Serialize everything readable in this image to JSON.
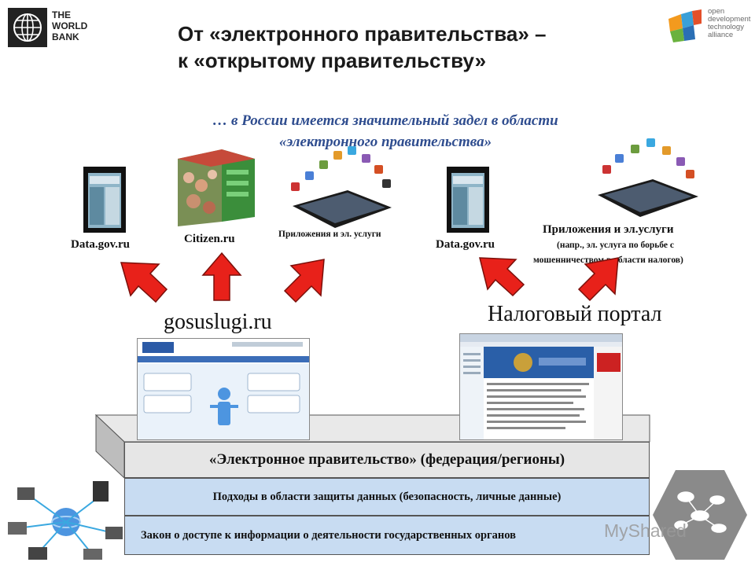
{
  "header": {
    "worldbank_lines": [
      "THE",
      "WORLD",
      "BANK"
    ],
    "oda_lines": [
      "open",
      "development",
      "technology",
      "alliance"
    ]
  },
  "title_lines": [
    "От «электронного правительства» –",
    "к «открытому правительству»"
  ],
  "subtitle_lines": [
    "… в России имеется значительный задел в области",
    "«электронного правительства»"
  ],
  "items": {
    "datagov_left": "Data.gov.ru",
    "citizen": "Citizen.ru",
    "apps_left": "Приложения и эл. услуги",
    "datagov_right": "Data.gov.ru",
    "apps_right_title": "Приложения и эл.услуги",
    "apps_right_note_1": "(напр., эл. услуга по борьбе с",
    "apps_right_note_2": "мошенничеством в области налогов)"
  },
  "portals": {
    "gosuslugi": "gosuslugi.ru",
    "tax": "Налоговый портал"
  },
  "layers": {
    "egov": "«Электронное правительство» (федерация/регионы)",
    "data_protection": "Подходы в области защиты данных (безопасность, личные данные)",
    "access_law": "Закон о доступе к информации о деятельности государственных органов"
  },
  "watermark": "MyShared",
  "colors": {
    "arrow": "#e8211a",
    "subtitle": "#2f4d8f",
    "band_blue": "#c8dcf2",
    "band_gray": "#e6e6e6"
  },
  "icons": [
    "world-bank-globe-icon",
    "oda-logo-icon",
    "tablet-icon",
    "app-icon",
    "network-icon",
    "hexagon-badge-icon"
  ]
}
